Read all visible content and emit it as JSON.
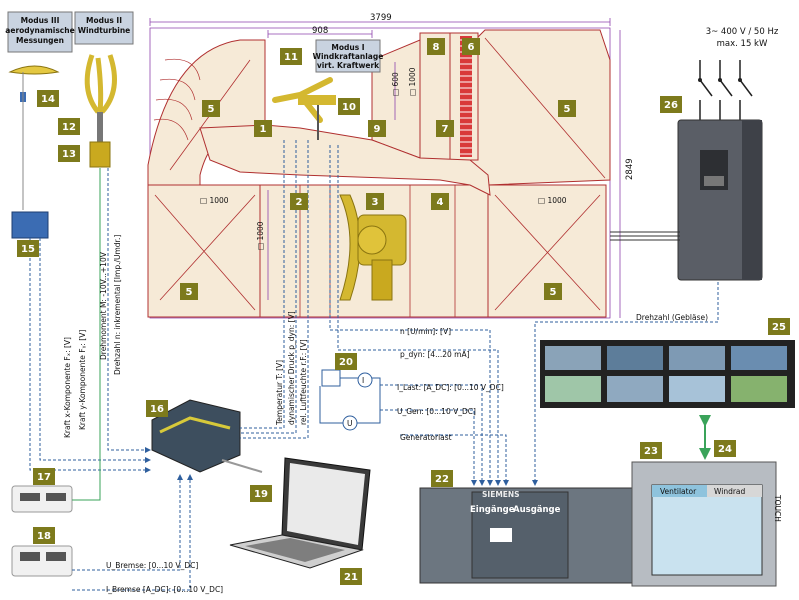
{
  "modules": {
    "m3_line1": "Modus III",
    "m3_line2": "aerodynamische",
    "m3_line3": "Messungen",
    "m2_line1": "Modus II",
    "m2_line2": "Windturbine",
    "m1_line1": "Modus I",
    "m1_line2": "Windkraftanlage",
    "m1_line3": "virt. Kraftwerk"
  },
  "dimensions": {
    "d3799": "3799",
    "d908": "908",
    "d600": "□ 600",
    "d1000_v": "□ 1000",
    "d2849": "2849",
    "d1000_a": "□ 1000",
    "d1000_b": "□ 1000",
    "d1000_c": "□ 1000"
  },
  "power": {
    "line1": "3~ 400 V / 50 Hz",
    "line2": "max. 15 kW"
  },
  "badges": [
    "1",
    "2",
    "3",
    "4",
    "5",
    "6",
    "7",
    "8",
    "9",
    "10",
    "11",
    "12",
    "13",
    "14",
    "15",
    "16",
    "17",
    "18",
    "19",
    "20",
    "21",
    "22",
    "23",
    "24",
    "25",
    "26"
  ],
  "signals": {
    "kraft_x": "Kraft x-Komponente Fₓ: [V]",
    "kraft_y": "Kraft y-Komponente Fᵧ: [V]",
    "drehmoment": "Drehmoment M: -10V...+10V",
    "drehzahl_inc": "Drehzahl n: inkremental [Imp./Umdr.]",
    "temperatur": "Temperatur T: [V]",
    "dyn_druck": "dynamischer Druck p_dyn: [V]",
    "luftfeuchte": "rel. Luftfeuchte r.F.: [V]",
    "n_umin": "n [U/min]: [V]",
    "p_dyn": "p_dyn: [4...20 mA]",
    "i_last": "I_Last: [A_DC]: [0...10 V_DC]",
    "u_gen": "U_Gen: [0...10 V_DC]",
    "generatorlast": "Generatorlast",
    "drehzahl_geblaese": "Drehzahl (Gebläse)",
    "u_bremse": "U_Bremse: [0...10 V_DC]",
    "i_bremse": "I_Bremse [A_DC]: [0...10 V_DC]"
  },
  "plc": {
    "eingaenge": "Eingänge",
    "ausgaenge": "Ausgänge",
    "brand": "SIEMENS"
  },
  "hmi": {
    "tab1": "Ventilator",
    "tab2": "Windrad",
    "touch": "TOUCH"
  },
  "colors": {
    "tunnel_fill": "#f6ead7",
    "tunnel_line": "#b03030",
    "dim_line": "#8e44ad",
    "badge": "#7d7a1c",
    "signal_blue": "#2f5f9e",
    "signal_green": "#3aa35a",
    "turbine": "#d4b830"
  }
}
